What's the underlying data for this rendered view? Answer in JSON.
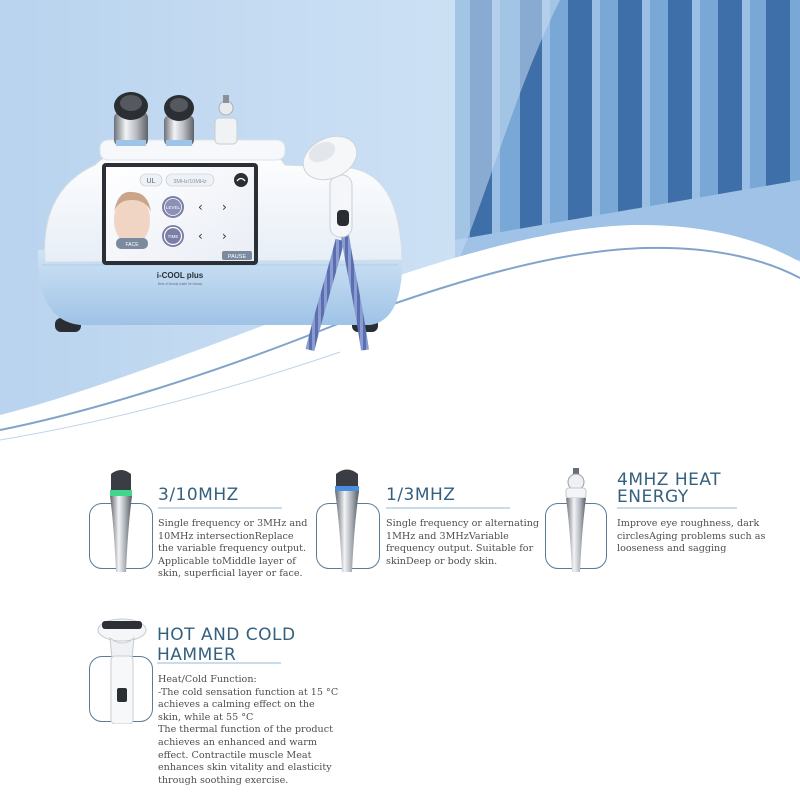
{
  "device": {
    "brand": "i-COOL plus",
    "tagline": "Best of beauty made for beauty",
    "screen": {
      "mode": "UL",
      "frequency": "3MHz/10MHz",
      "face_label": "FACE",
      "level_label": "LEVEL",
      "time_label": "TIME",
      "pause_label": "PAUSE"
    }
  },
  "features": [
    {
      "title_lines": [
        "3/10MHZ"
      ],
      "desc_lines": [
        "Single frequency or 3MHz and",
        "10MHz intersectionReplace",
        "the variable frequency output.",
        "Applicable toMiddle layer of",
        "skin, superficial layer or face."
      ]
    },
    {
      "title_lines": [
        "1/3MHZ"
      ],
      "desc_lines": [
        "Single frequency or alternating",
        "1MHz and 3MHzVariable",
        "frequency output. Suitable for",
        "skinDeep or body skin."
      ]
    },
    {
      "title_lines": [
        "4MHZ HEAT",
        "ENERGY"
      ],
      "desc_lines": [
        "Improve eye roughness, dark",
        "circlesAging problems such as",
        "looseness and sagging"
      ]
    },
    {
      "title_lines": [
        "HOT AND COLD",
        "HAMMER"
      ],
      "desc_lines": [
        "Heat/Cold Function:",
        "-The cold sensation function at 15 °C",
        "achieves a calming effect on the",
        "skin, while at 55 °C",
        "The thermal function of the product",
        "achieves an enhanced and warm",
        "effect. Contractile muscle Meat",
        "enhances skin vitality and elasticity",
        "through soothing exercise."
      ]
    }
  ],
  "colors": {
    "title": "#34607e",
    "body_text": "#4e4e4e",
    "hero_blue": "#c4dcf3",
    "panel_blue": "#6f9fce",
    "accent_ring_green": "#3fd08a",
    "accent_ring_blue": "#4a8ee0"
  }
}
